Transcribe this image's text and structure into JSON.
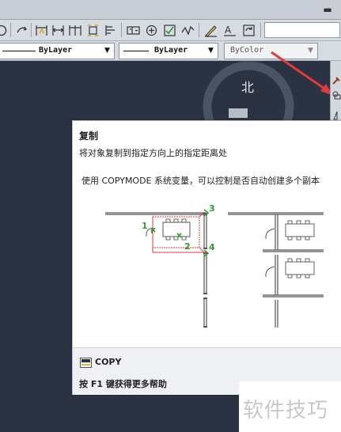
{
  "layer_toolbar": {
    "linetype_value": "ByLayer",
    "lineweight_value": "ByLayer",
    "plotstyle_value": "ByColor"
  },
  "viewcube": {
    "north_label": "北"
  },
  "tooltip": {
    "title": "复制",
    "subtitle": "将对象复制到指定方向上的指定距离处",
    "description": "使用 COPYMODE 系统变量，可以控制是否自动创建多个副本",
    "illustration_labels": [
      "1",
      "2",
      "3",
      "4"
    ],
    "command_name": "COPY",
    "help_hint": "按 F1 键获得更多帮助"
  },
  "watermark": {
    "text": "软件技巧"
  },
  "colors": {
    "canvas_bg": "#2b3242",
    "annotation_red": "#e03a3a",
    "step_green": "#2f9e2f"
  }
}
